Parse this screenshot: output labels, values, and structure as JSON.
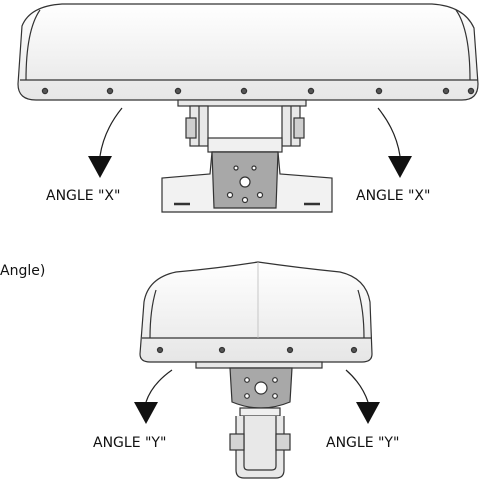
{
  "labels": {
    "angle_x_left": "ANGLE \"X\"",
    "angle_x_right": "ANGLE \"X\"",
    "angle_partial": "Angle)",
    "angle_y_left": "ANGLE \"Y\"",
    "angle_y_right": "ANGLE \"Y\""
  },
  "colors": {
    "line": "#333333",
    "fill_light": "#f4f4f4",
    "fill_mid": "#d8d8d8",
    "fill_dark": "#9a9a9a"
  }
}
